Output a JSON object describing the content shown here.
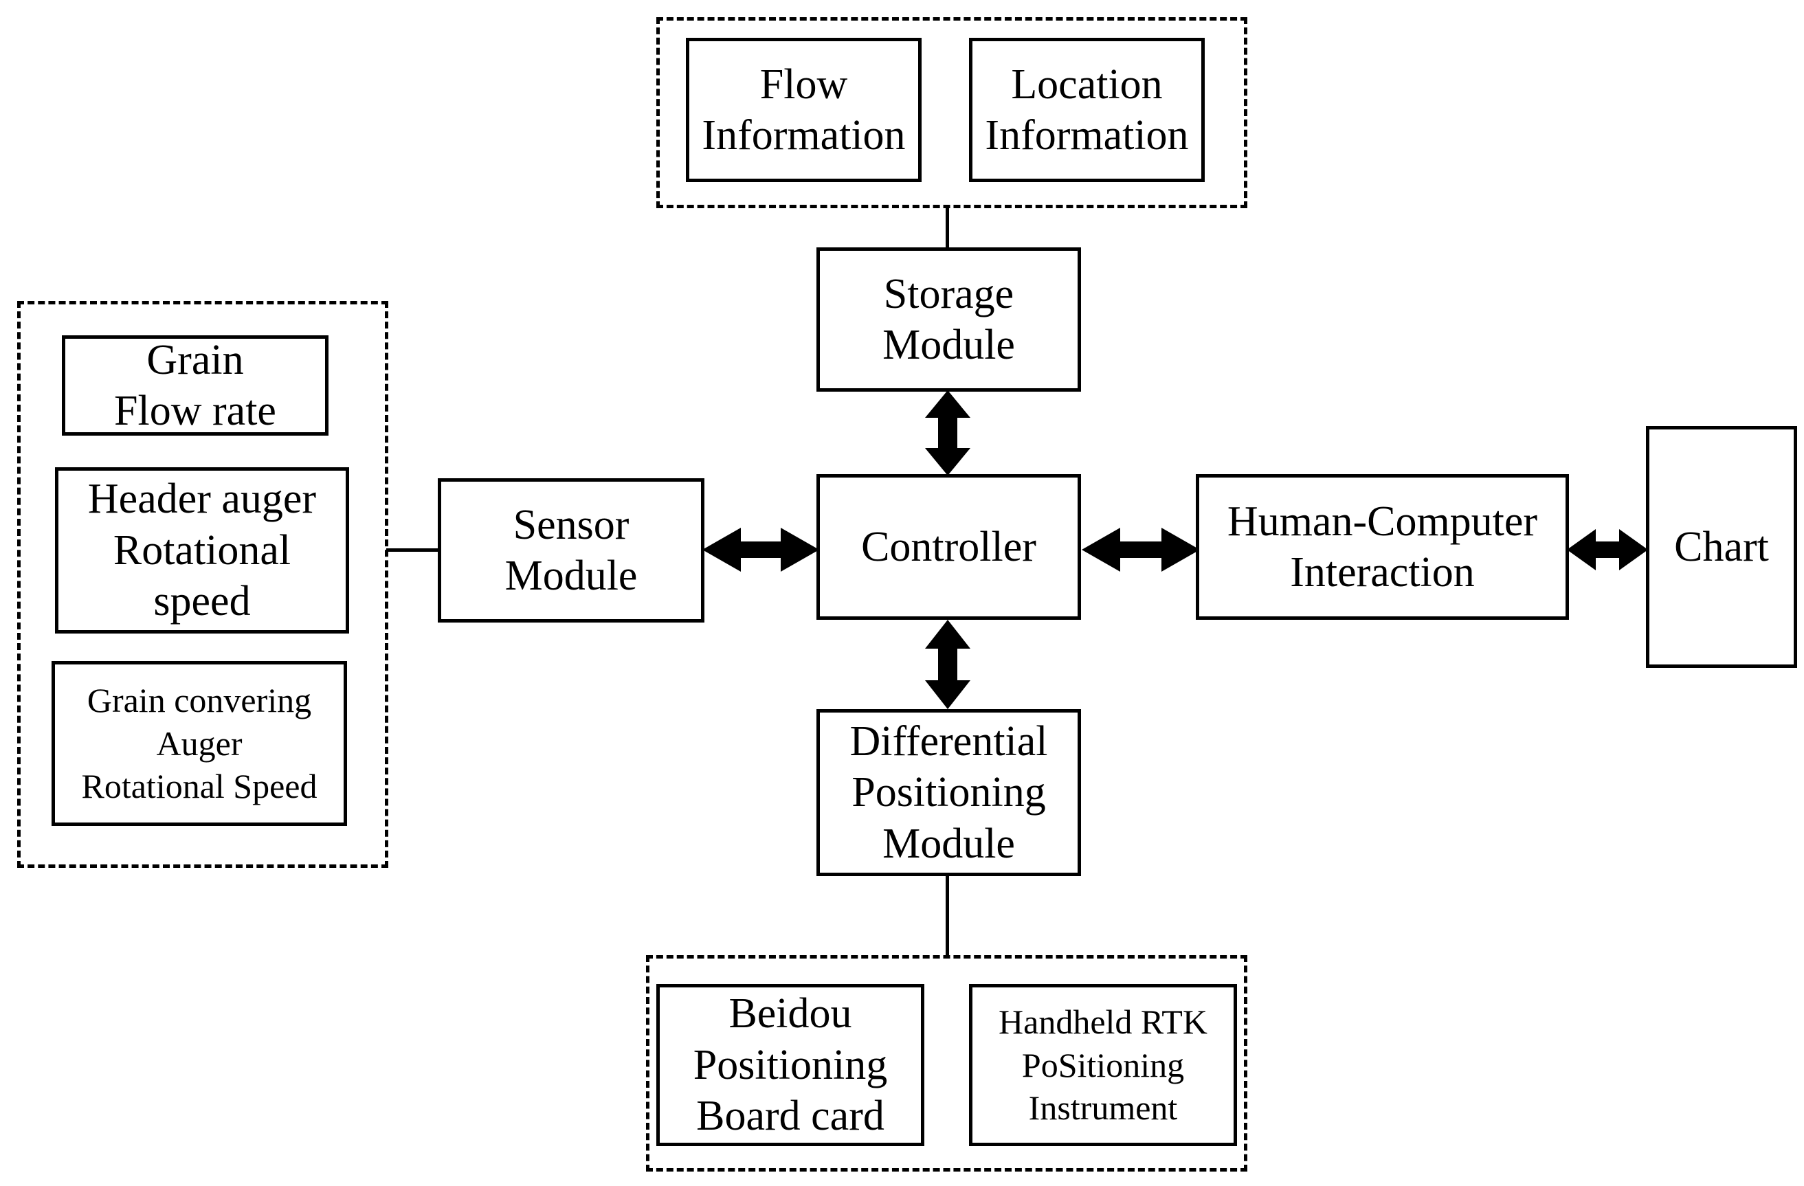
{
  "nodes": {
    "flow_information": [
      "Flow",
      "Information"
    ],
    "location_information": [
      "Location",
      "Information"
    ],
    "storage_module": [
      "Storage",
      "Module"
    ],
    "grain_flow_rate": [
      "Grain",
      "Flow rate"
    ],
    "header_auger_speed": [
      "Header auger",
      "Rotational",
      "speed"
    ],
    "grain_conveying_auger_speed": [
      "Grain convering",
      "Auger",
      "Rotational Speed"
    ],
    "sensor_module": [
      "Sensor",
      "Module"
    ],
    "controller": [
      "Controller"
    ],
    "human_computer_interaction": [
      "Human-Computer",
      "Interaction"
    ],
    "chart": [
      "Chart"
    ],
    "differential_positioning_module": [
      "Differential",
      "Positioning",
      "Module"
    ],
    "beidou_positioning_board": [
      "Beidou",
      "Positioning",
      "Board card"
    ],
    "handheld_rtk_instrument": [
      "Handheld RTK",
      "PoSitioning",
      "Instrument"
    ]
  }
}
